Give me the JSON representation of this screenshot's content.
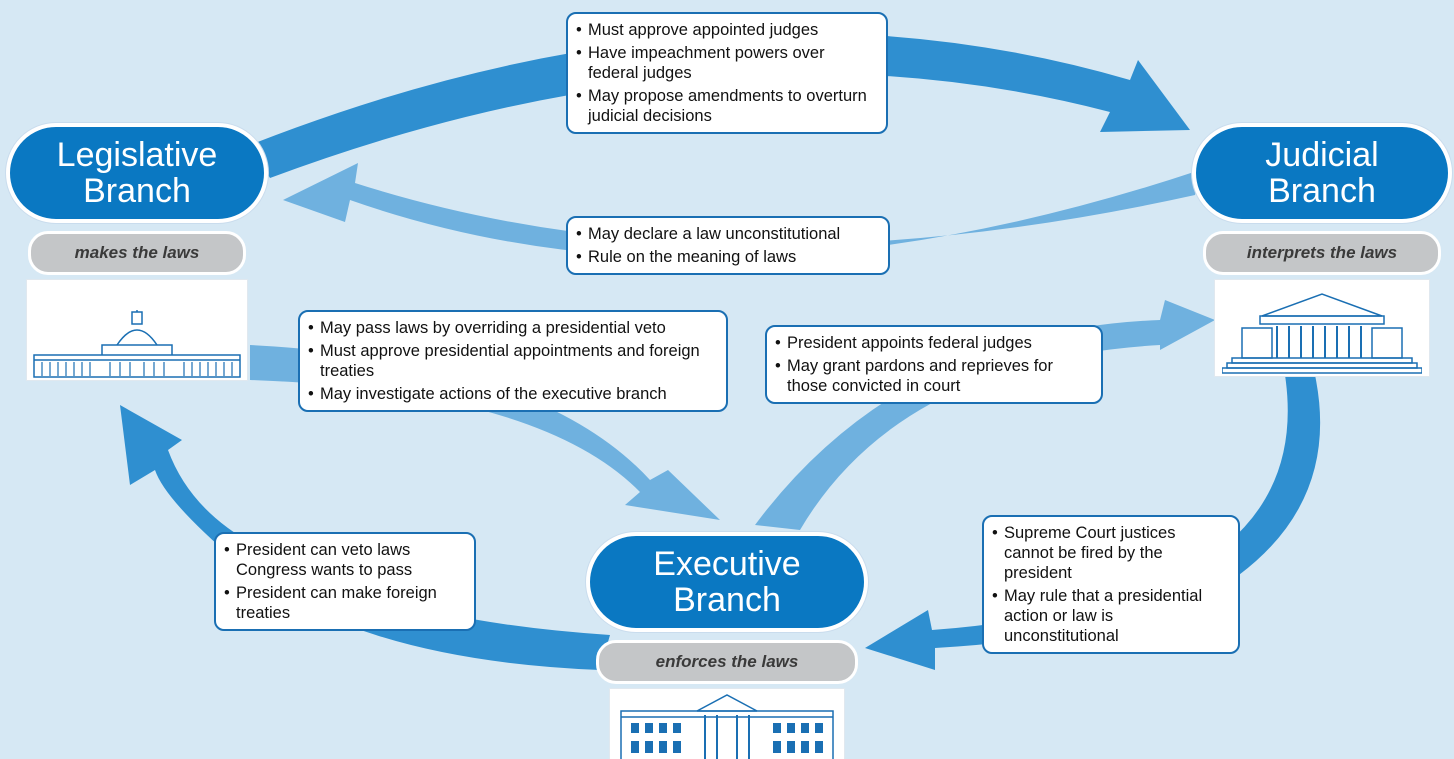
{
  "colors": {
    "background": "#d6e8f4",
    "branch_pill": "#0a78c2",
    "arrow_dark": "#2f8fd0",
    "arrow_light": "#6fb1df",
    "role_pill": "#c4c6c8",
    "note_border": "#1a6fb3"
  },
  "branches": {
    "legislative": {
      "title_line1": "Legislative",
      "title_line2": "Branch",
      "role": "makes the laws",
      "icon": "capitol-building-icon"
    },
    "judicial": {
      "title_line1": "Judicial",
      "title_line2": "Branch",
      "role": "interprets the laws",
      "icon": "supreme-court-building-icon"
    },
    "executive": {
      "title_line1": "Executive",
      "title_line2": "Branch",
      "role": "enforces the laws",
      "icon": "white-house-icon"
    }
  },
  "notes": {
    "leg_to_jud": [
      "Must approve appointed judges",
      "Have impeachment powers over federal judges",
      "May propose amendments to overturn judicial decisions"
    ],
    "jud_to_leg": [
      "May declare a law unconstitutional",
      "Rule on the meaning of laws"
    ],
    "leg_to_exec": [
      "May pass laws by overriding a presidential veto",
      "Must approve presidential appointments and foreign treaties",
      "May investigate actions of the executive branch"
    ],
    "exec_to_jud": [
      "President appoints federal judges",
      "May grant pardons and reprieves for those convicted in court"
    ],
    "exec_to_leg": [
      "President can veto laws Congress wants to pass",
      "President can make foreign treaties"
    ],
    "jud_to_exec": [
      "Supreme Court justices cannot be fired by the president",
      "May rule that a presidential action or law is unconstitutional"
    ]
  }
}
